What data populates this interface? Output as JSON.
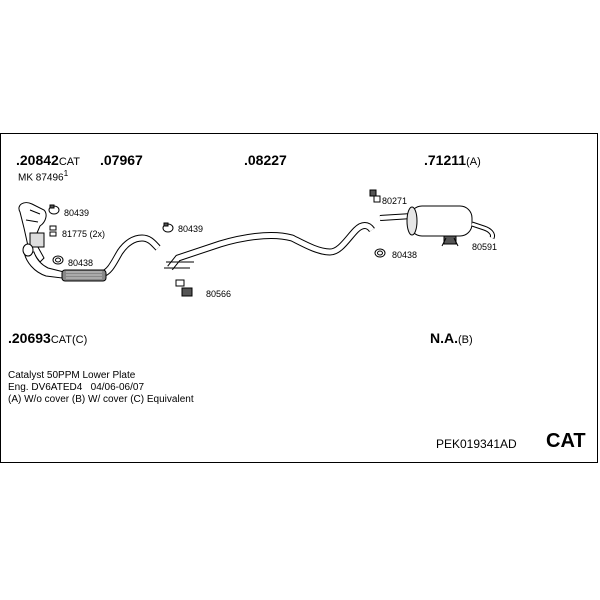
{
  "parts": {
    "p20842": {
      "number": ".20842",
      "suffix": "CAT"
    },
    "mk": {
      "text": "MK 87496",
      "sup": "1"
    },
    "p07967": {
      "number": ".07967"
    },
    "p08227": {
      "number": ".08227"
    },
    "p71211": {
      "number": ".71211",
      "suffix": "(A)"
    },
    "p20693": {
      "number": ".20693",
      "suffix": "CAT(C)"
    },
    "na": {
      "number": "N.A.",
      "suffix": "(B)"
    }
  },
  "small_parts": {
    "s80439a": "80439",
    "s81775": "81775 (2x)",
    "s80438a": "80438",
    "s80439b": "80439",
    "s80566": "80566",
    "s80271": "80271",
    "s80438b": "80438",
    "s80591": "80591"
  },
  "notes": {
    "line1": "Catalyst 50PPM Lower Plate",
    "line2": "Eng. DV6ATED4   04/06-06/07",
    "line3": "(A) W/o cover (B) W/ cover (C) Equivalent"
  },
  "footer": {
    "code": "PEK019341AD",
    "tag": "CAT"
  }
}
